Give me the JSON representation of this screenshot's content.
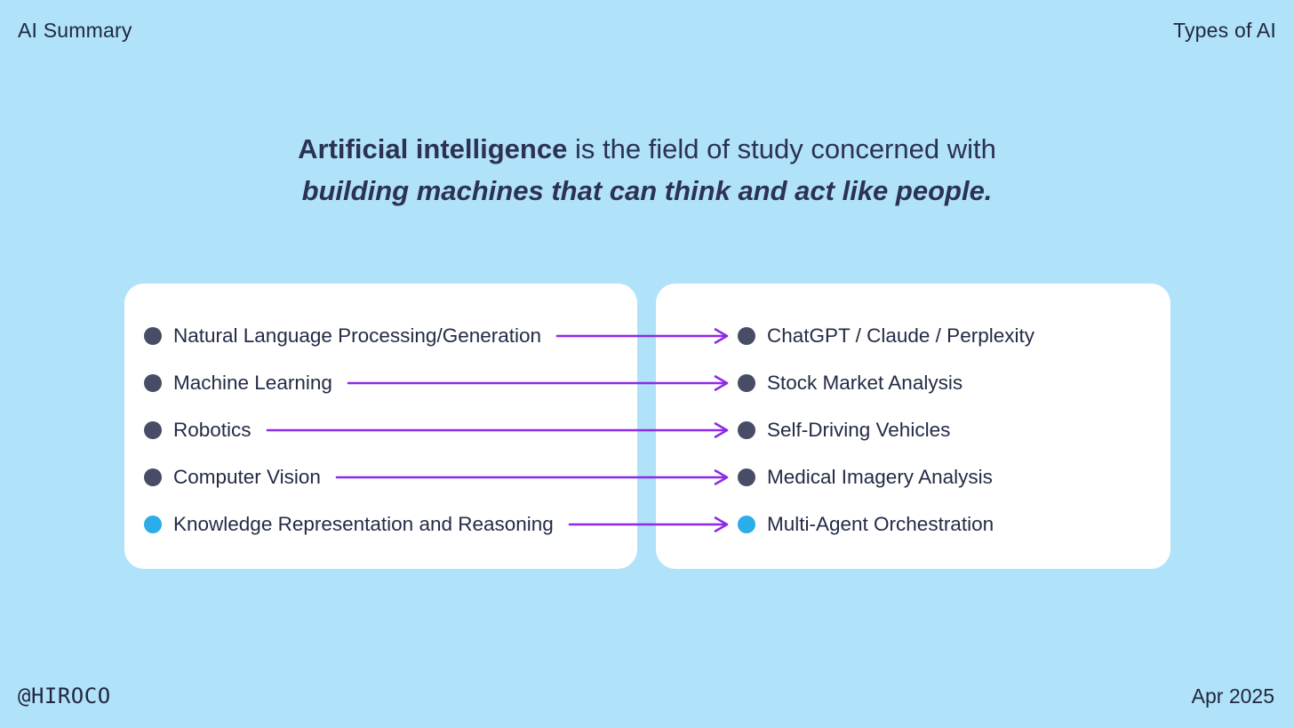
{
  "page": {
    "background_color": "#b0e2f9",
    "card_color": "#ffffff",
    "text_color": "#242b46",
    "arrow_color": "#8e2ae6"
  },
  "header": {
    "left_label": "AI Summary",
    "right_label": "Types of AI"
  },
  "title": {
    "line1_bold": "Artificial intelligence",
    "line1_rest": " is the field of study concerned with",
    "line2_bold_italic": "building machines that can think and act like people."
  },
  "mapping": {
    "rows": [
      {
        "field": "Natural Language Processing/Generation",
        "application": "ChatGPT / Claude / Perplexity",
        "dot_color": "#474c67"
      },
      {
        "field": "Machine Learning",
        "application": "Stock Market Analysis",
        "dot_color": "#474c67"
      },
      {
        "field": "Robotics",
        "application": "Self-Driving Vehicles",
        "dot_color": "#474c67"
      },
      {
        "field": "Computer Vision",
        "application": "Medical Imagery Analysis",
        "dot_color": "#474c67"
      },
      {
        "field": "Knowledge Representation and Reasoning",
        "application": "Multi-Agent Orchestration",
        "dot_color": "#2badea"
      }
    ]
  },
  "footer": {
    "left_label": "@HIROCO",
    "right_label": "Apr 2025"
  }
}
